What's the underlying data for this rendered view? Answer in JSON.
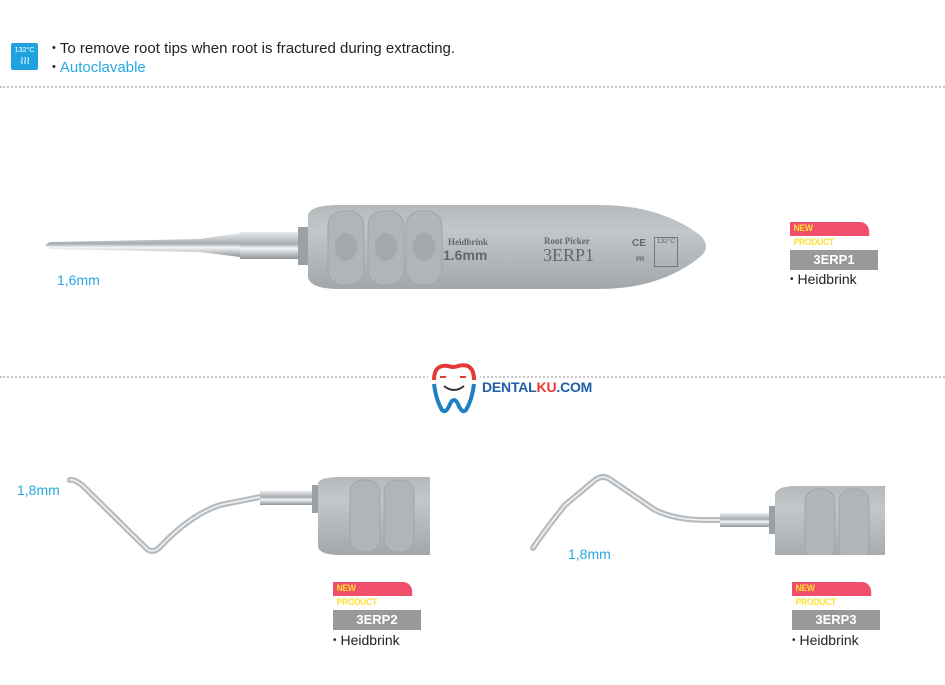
{
  "header": {
    "sterilization_icon": {
      "temp": "132°C",
      "waves": "≀≀≀"
    },
    "bullets": [
      {
        "text": "To remove root tips when root is fractured during extracting.",
        "color": "#222222"
      },
      {
        "text": "Autoclavable",
        "color": "#27a8e0"
      }
    ]
  },
  "logo": {
    "part1": "DENTAL",
    "part2": "KU",
    "part3": ".COM"
  },
  "colors": {
    "accent_blue": "#27a8e0",
    "tag_red": "#ef4f6a",
    "tag_yellow": "#ffe033",
    "tag_gray": "#999999",
    "handle_gray": "#a9afb3"
  },
  "products": [
    {
      "tip_size": "1,6mm",
      "tag_label": "NEW PRODUCT",
      "code": "3ERP1",
      "brand": "Heidbrink",
      "handle_print": {
        "brand": "Heidbrink",
        "size": "1.6mm",
        "type": "Root Picker",
        "code": "3ERP1",
        "ce": "CE",
        "pr": "PR",
        "temp": "132°C"
      }
    },
    {
      "tip_size": "1,8mm",
      "tag_label": "NEW PRODUCT",
      "code": "3ERP2",
      "brand": "Heidbrink"
    },
    {
      "tip_size": "1,8mm",
      "tag_label": "NEW PRODUCT",
      "code": "3ERP3",
      "brand": "Heidbrink"
    }
  ]
}
